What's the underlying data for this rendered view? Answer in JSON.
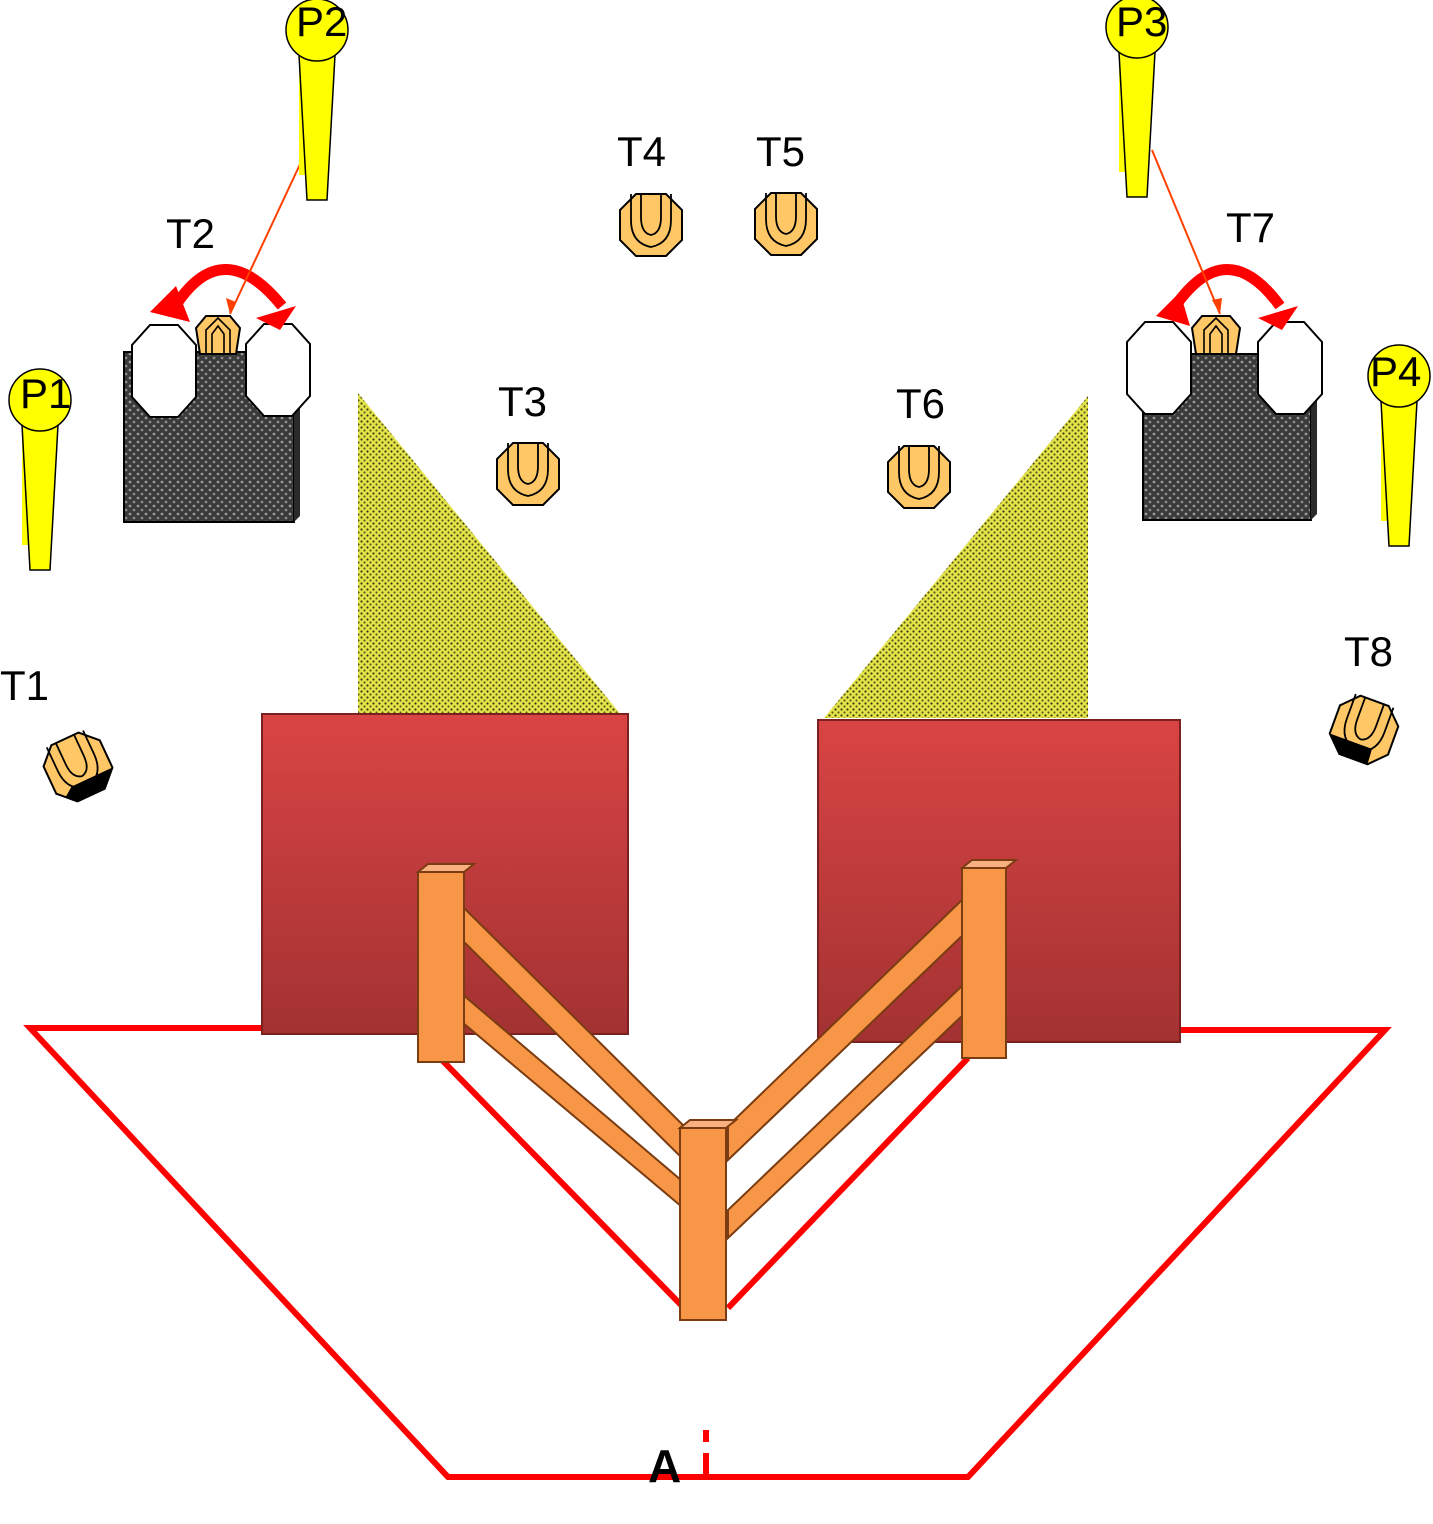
{
  "colors": {
    "boundary": "#ff0000",
    "popper": "#ffff00",
    "target": "#ffc766",
    "wall": "#c93d3d",
    "fence": "#f79646",
    "vision_barrier": "#d9d930",
    "barrel": "#404040",
    "arrow": "#ff0000",
    "activation_line": "#ff4000"
  },
  "labels": {
    "p1": "P1",
    "p2": "P2",
    "p3": "P3",
    "p4": "P4",
    "t1": "T1",
    "t2": "T2",
    "t3": "T3",
    "t4": "T4",
    "t5": "T5",
    "t6": "T6",
    "t7": "T7",
    "t8": "T8",
    "start": "A"
  },
  "icons": {
    "popper": "popper-icon",
    "target": "target-icon",
    "barrel": "barrel-icon",
    "swing_arrow": "swing-arrow-icon"
  }
}
